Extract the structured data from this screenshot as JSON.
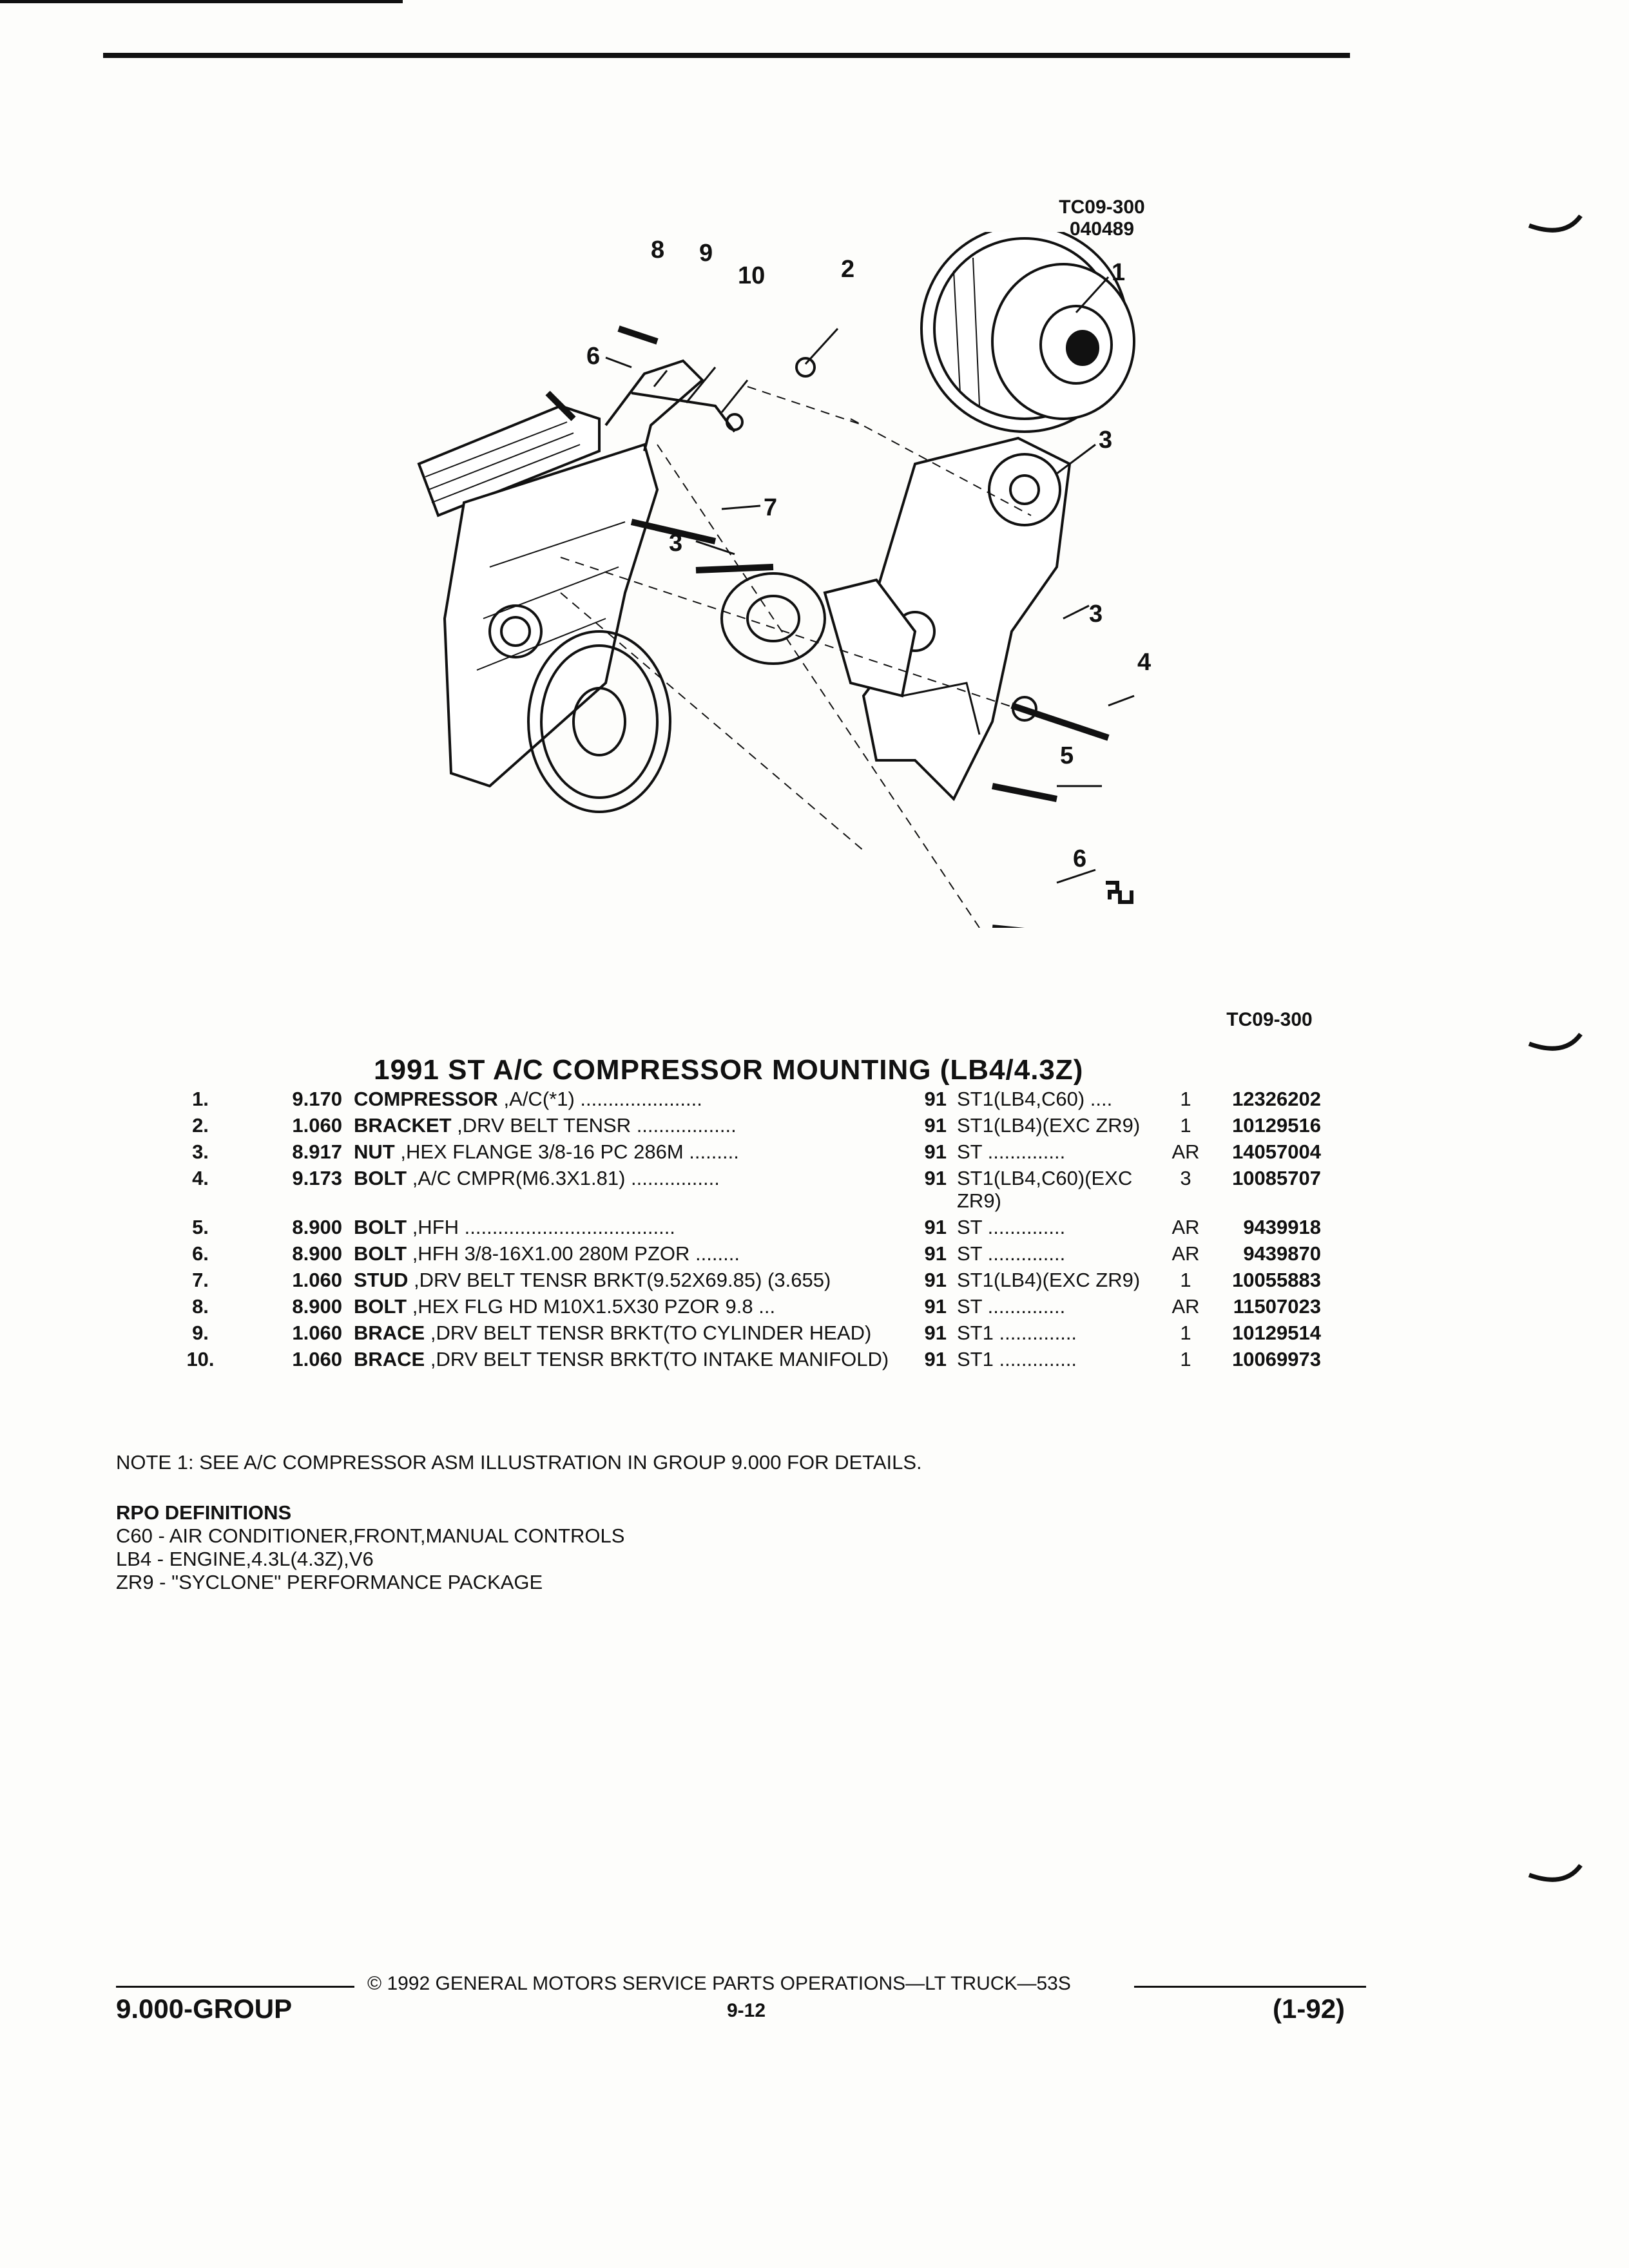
{
  "figure": {
    "code": "TC09-300",
    "date_code": "040489",
    "caption_code": "TC09-300",
    "callouts": [
      "1",
      "2",
      "3",
      "3",
      "3",
      "4",
      "5",
      "6",
      "6",
      "7",
      "8",
      "9",
      "10"
    ]
  },
  "title": "1991 ST A/C COMPRESSOR MOUNTING (LB4/4.3Z)",
  "parts": [
    {
      "num": "1.",
      "group": "9.170",
      "name": "COMPRESSOR",
      "desc": " ,A/C(*1) ......................",
      "year": "91",
      "app": "ST1(LB4,C60) ....",
      "qty": "1",
      "pn": "12326202"
    },
    {
      "num": "2.",
      "group": "1.060",
      "name": "BRACKET",
      "desc": " ,DRV BELT TENSR ..................",
      "year": "91",
      "app": "ST1(LB4)(EXC ZR9)",
      "qty": "1",
      "pn": "10129516"
    },
    {
      "num": "3.",
      "group": "8.917",
      "name": "NUT",
      "desc": " ,HEX FLANGE 3/8-16 PC 286M .........",
      "year": "91",
      "app": "ST ..............",
      "qty": "AR",
      "pn": "14057004"
    },
    {
      "num": "4.",
      "group": "9.173",
      "name": "BOLT",
      "desc": " ,A/C CMPR(M6.3X1.81) ................",
      "year": "91",
      "app": "ST1(LB4,C60)(EXC ZR9)",
      "qty": "3",
      "pn": "10085707"
    },
    {
      "num": "5.",
      "group": "8.900",
      "name": "BOLT",
      "desc": " ,HFH ......................................",
      "year": "91",
      "app": "ST ..............",
      "qty": "AR",
      "pn": "9439918"
    },
    {
      "num": "6.",
      "group": "8.900",
      "name": "BOLT",
      "desc": " ,HFH 3/8-16X1.00 280M PZOR ........",
      "year": "91",
      "app": "ST ..............",
      "qty": "AR",
      "pn": "9439870"
    },
    {
      "num": "7.",
      "group": "1.060",
      "name": "STUD",
      "desc": " ,DRV BELT TENSR BRKT(9.52X69.85) (3.655)",
      "year": "91",
      "app": "ST1(LB4)(EXC ZR9)",
      "qty": "1",
      "pn": "10055883"
    },
    {
      "num": "8.",
      "group": "8.900",
      "name": "BOLT",
      "desc": " ,HEX FLG HD M10X1.5X30 PZOR 9.8 ...",
      "year": "91",
      "app": "ST ..............",
      "qty": "AR",
      "pn": "11507023"
    },
    {
      "num": "9.",
      "group": "1.060",
      "name": "BRACE",
      "desc": " ,DRV BELT TENSR BRKT(TO CYLINDER HEAD)",
      "year": "91",
      "app": "ST1 ..............",
      "qty": "1",
      "pn": "10129514"
    },
    {
      "num": "10.",
      "group": "1.060",
      "name": "BRACE",
      "desc": " ,DRV BELT TENSR BRKT(TO INTAKE MANIFOLD)",
      "year": "91",
      "app": "ST1 ..............",
      "qty": "1",
      "pn": "10069973"
    }
  ],
  "note": "NOTE  1:  SEE A/C COMPRESSOR ASM ILLUSTRATION IN GROUP 9.000 FOR DETAILS.",
  "rpo": {
    "heading": "RPO DEFINITIONS",
    "items": [
      "C60 - AIR CONDITIONER,FRONT,MANUAL CONTROLS",
      "LB4 - ENGINE,4.3L(4.3Z),V6",
      "ZR9 - \"SYCLONE\" PERFORMANCE PACKAGE"
    ]
  },
  "footer": {
    "copyright": "©  1992  GENERAL MOTORS SERVICE PARTS OPERATIONS—LT TRUCK—53S",
    "group": "9.000-GROUP",
    "page": "9-12",
    "date": "(1-92)"
  }
}
